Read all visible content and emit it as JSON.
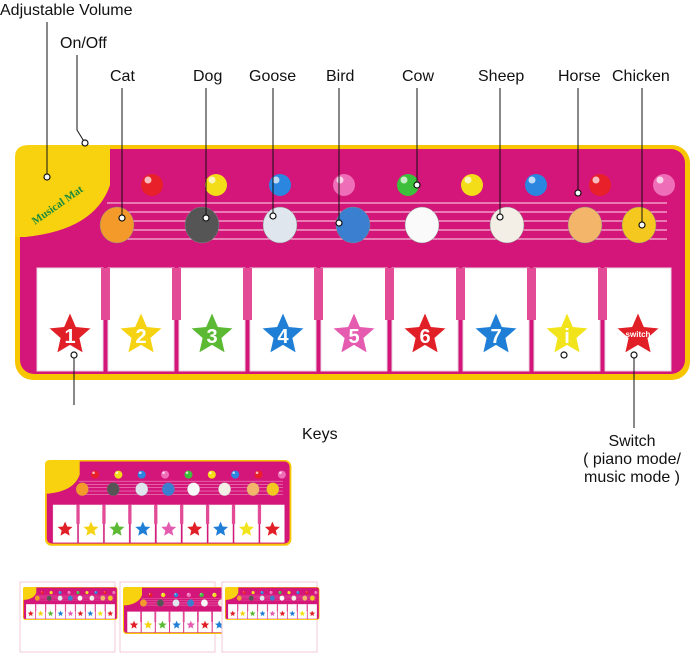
{
  "callouts": {
    "volume": "Adjustable Volume",
    "onoff": "On/Off",
    "animals": [
      "Cat",
      "Dog",
      "Goose",
      "Bird",
      "Cow",
      "Sheep",
      "Horse",
      "Chicken"
    ],
    "keys": "Keys",
    "switch_lines": [
      "Switch",
      "( piano mode/",
      "music mode )"
    ]
  },
  "mat": {
    "brand": "Musical Mat",
    "key_labels": [
      "1",
      "2",
      "3",
      "4",
      "5",
      "6",
      "7",
      "i",
      "switch"
    ],
    "star_colors": [
      "#e01f26",
      "#f5d312",
      "#5cb934",
      "#1f7fd6",
      "#e45bb0",
      "#e01f26",
      "#1f7fd6",
      "#f2e41a",
      "#e01f26"
    ],
    "ball_colors": [
      "#e8202a",
      "#f3dd19",
      "#2b86e0",
      "#ee6fb8",
      "#3cbf3a",
      "#f3dd19",
      "#2b86e0",
      "#e8202a",
      "#ee6fb8"
    ],
    "mat_color": "#d4157a",
    "border_color": "#f7c600"
  }
}
